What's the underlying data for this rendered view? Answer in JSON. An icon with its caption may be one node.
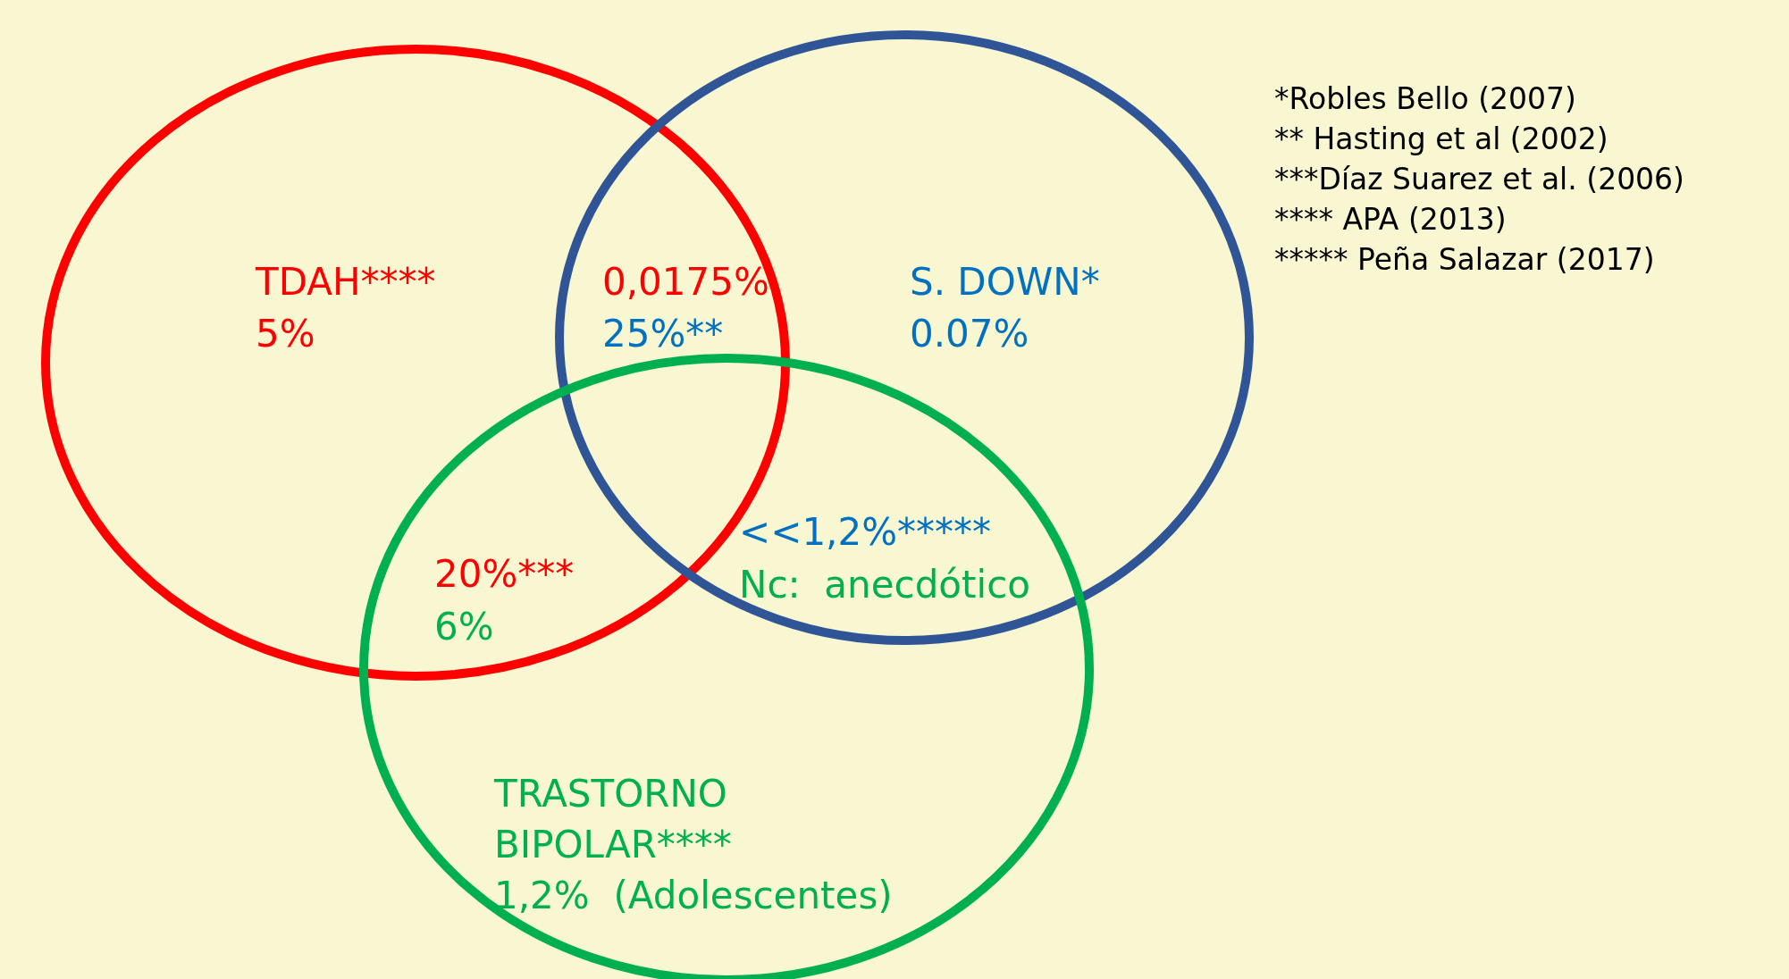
{
  "diagram": {
    "nodes": [
      {
        "text": [
          "TDAH****",
          "5%"
        ]
      },
      {
        "text": [
          "S. DOWN*",
          "0.07%"
        ]
      },
      {
        "text": [
          "TRASTORNO BIPOLAR**** 1,2%  (Adolescentes)"
        ]
      }
    ],
    "labels": [
      "0,0175%",
      "25%**",
      "<<1,2%*****",
      "Nc:  anecdótico",
      "20%***",
      "6%",
      "*Robles Bello (2007)",
      "** Hasting et al (2002)",
      "***Díaz Suarez et al. (2006)",
      "**** APA (2013)",
      "***** Peña Salazar (2017)"
    ]
  }
}
